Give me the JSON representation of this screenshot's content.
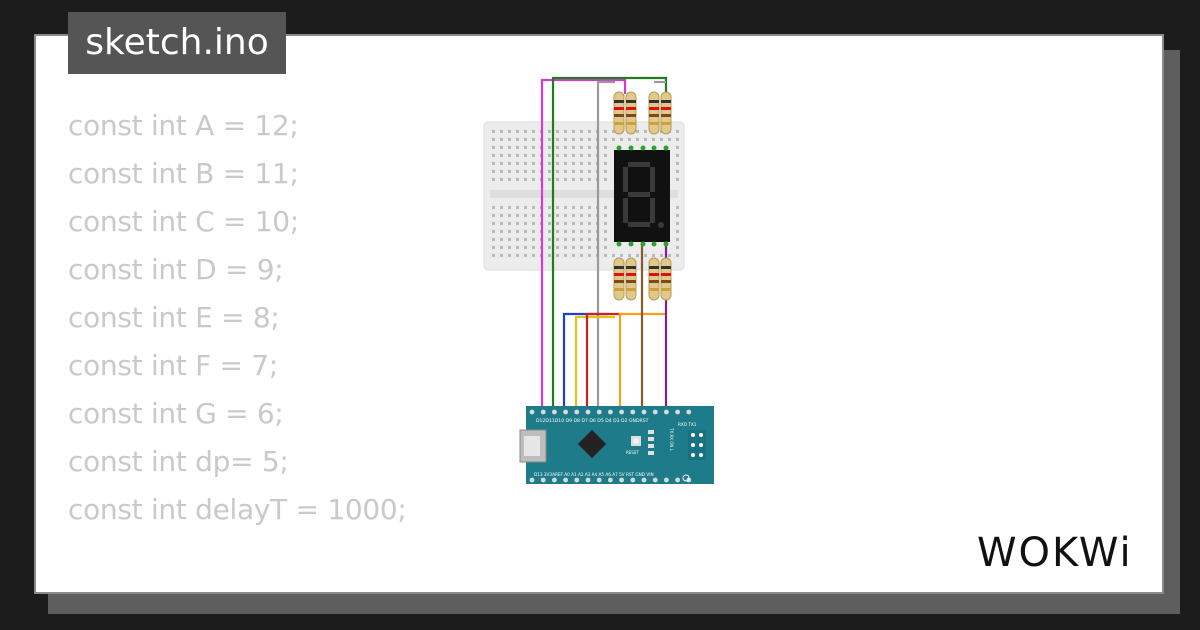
{
  "tab": {
    "title": "sketch.ino"
  },
  "code_lines": [
    "const int A = 12;",
    "const int B = 11;",
    "const int C = 10;",
    "const int D = 9;",
    "const int E = 8;",
    "const int F = 7;",
    "const int G = 6;",
    "const int dp= 5;",
    "const int delayT = 1000;"
  ],
  "board": {
    "top_pin_labels": "D12D11D10 D9 D8 D7 D6 D5 D4 D3 D2 GNDRST",
    "bottom_pin_labels": "D13 3V3AREF A0 A1 A2 A3 A4 A5 A6 A7 5V RST GND VIN",
    "reset_label": "RESET",
    "led_labels": "TX RX ON L",
    "header_label": "RXD TX1"
  },
  "brand": {
    "name": "WOKWi"
  },
  "colors": {
    "background": "#1c1c1c",
    "card": "#ffffff",
    "tab": "#555555",
    "code_text": "#c9c9c9",
    "board": "#1d7b8a",
    "wire_magenta": "#d63ad6",
    "wire_green": "#1e7d1e",
    "wire_blue": "#1f3fd1",
    "wire_yellow": "#e4c21a",
    "wire_red": "#d12020",
    "wire_orange": "#f2a11a",
    "wire_brown": "#8b5a2b",
    "wire_purple": "#7a1f8c",
    "wire_gray": "#9a9a9a"
  }
}
